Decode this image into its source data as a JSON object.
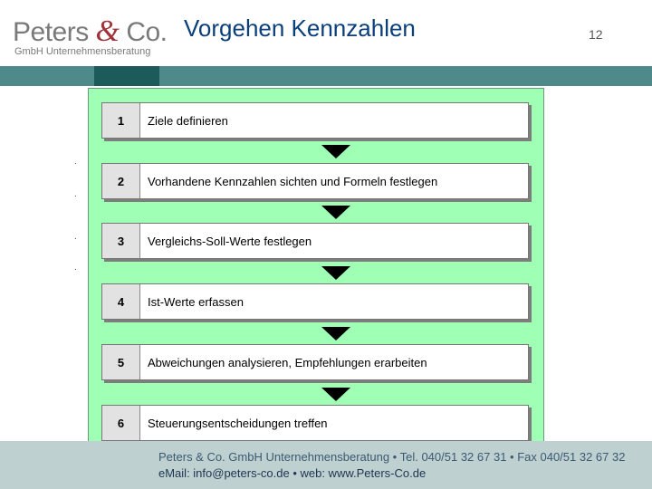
{
  "header": {
    "logo_main": "Peters ",
    "logo_amp": "&",
    "logo_co": " Co.",
    "logo_sub": "GmbH Unternehmensberatung",
    "title": "Vorgehen Kennzahlen",
    "page_number": "12"
  },
  "bullets": [
    ".",
    ".",
    ".",
    "."
  ],
  "steps": [
    {
      "number": "1",
      "label": "Ziele definieren"
    },
    {
      "number": "2",
      "label": "Vorhandene Kennzahlen sichten und Formeln festlegen"
    },
    {
      "number": "3",
      "label": "Vergleichs-Soll-Werte festlegen"
    },
    {
      "number": "4",
      "label": "Ist-Werte erfassen"
    },
    {
      "number": "5",
      "label": "Abweichungen analysieren, Empfehlungen erarbeiten"
    },
    {
      "number": "6",
      "label": "Steuerungsentscheidungen treffen"
    }
  ],
  "footer": {
    "line1": "Peters & Co. GmbH Unternehmensberatung • Tel. 040/51 32 67 31 • Fax 040/51 32 67 32",
    "line2": "eMail: info@peters-co.de • web: www.Peters-Co.de"
  },
  "colors": {
    "diagram_bg": "#9effb5",
    "bar": "#4e8a8a",
    "bar_dark": "#1d5b5b",
    "title": "#0b3f7a",
    "brand_amp": "#a0303a"
  }
}
